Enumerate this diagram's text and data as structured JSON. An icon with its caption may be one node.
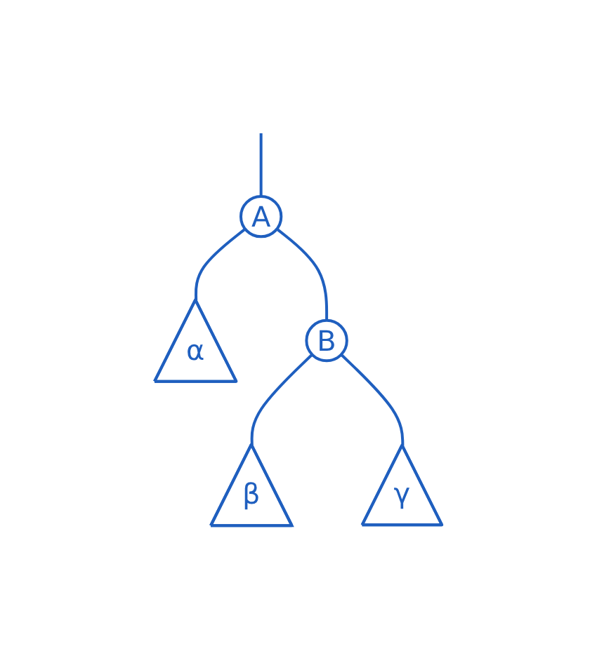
{
  "diagram": {
    "nodes": [
      {
        "text": [
          "A"
        ]
      },
      {
        "text": [
          "α"
        ]
      },
      {
        "text": [
          "B"
        ]
      },
      {
        "text": [
          "β"
        ]
      },
      {
        "text": [
          "γ"
        ]
      }
    ],
    "edges": [
      {
        "from": null,
        "to": 0,
        "arrow": "none"
      },
      {
        "from": 0,
        "to": 1,
        "arrow": "none"
      },
      {
        "from": 0,
        "to": 2,
        "arrow": "none"
      },
      {
        "from": 2,
        "to": 3,
        "arrow": "none"
      },
      {
        "from": 2,
        "to": 4,
        "arrow": "none"
      }
    ]
  }
}
